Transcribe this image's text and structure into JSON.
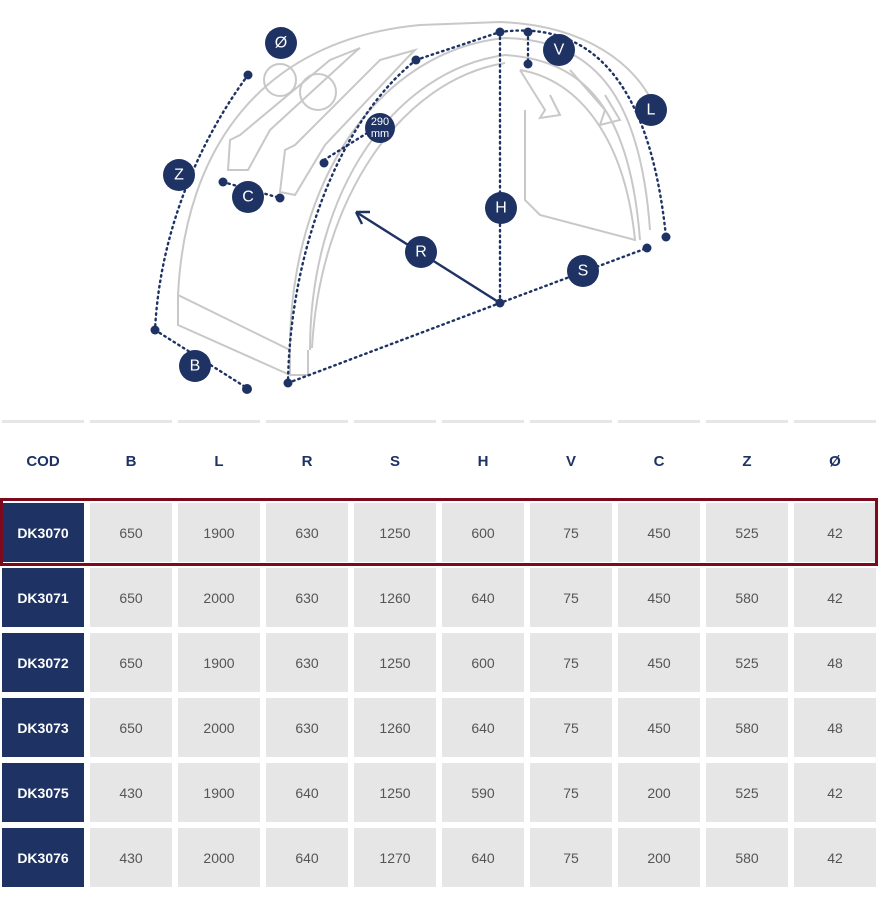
{
  "diagram": {
    "labels": {
      "diameter": "Ø",
      "v": "V",
      "l": "L",
      "z": "Z",
      "c": "C",
      "width_top": "290",
      "width_unit": "mm",
      "h": "H",
      "r": "R",
      "s": "S",
      "b": "B"
    }
  },
  "table": {
    "headers": [
      "COD",
      "B",
      "L",
      "R",
      "S",
      "H",
      "V",
      "C",
      "Z",
      "Ø"
    ],
    "rows": [
      [
        "DK3070",
        "650",
        "1900",
        "630",
        "1250",
        "600",
        "75",
        "450",
        "525",
        "42"
      ],
      [
        "DK3071",
        "650",
        "2000",
        "630",
        "1260",
        "640",
        "75",
        "450",
        "580",
        "42"
      ],
      [
        "DK3072",
        "650",
        "1900",
        "630",
        "1250",
        "600",
        "75",
        "450",
        "525",
        "48"
      ],
      [
        "DK3073",
        "650",
        "2000",
        "630",
        "1260",
        "640",
        "75",
        "450",
        "580",
        "48"
      ],
      [
        "DK3075",
        "430",
        "1900",
        "640",
        "1250",
        "590",
        "75",
        "200",
        "525",
        "42"
      ],
      [
        "DK3076",
        "430",
        "2000",
        "640",
        "1270",
        "640",
        "75",
        "200",
        "580",
        "42"
      ]
    ],
    "selected_row": 0
  },
  "colors": {
    "navy": "#1e3264",
    "highlight": "#7d0a1c",
    "cell": "#e6e6e6"
  }
}
